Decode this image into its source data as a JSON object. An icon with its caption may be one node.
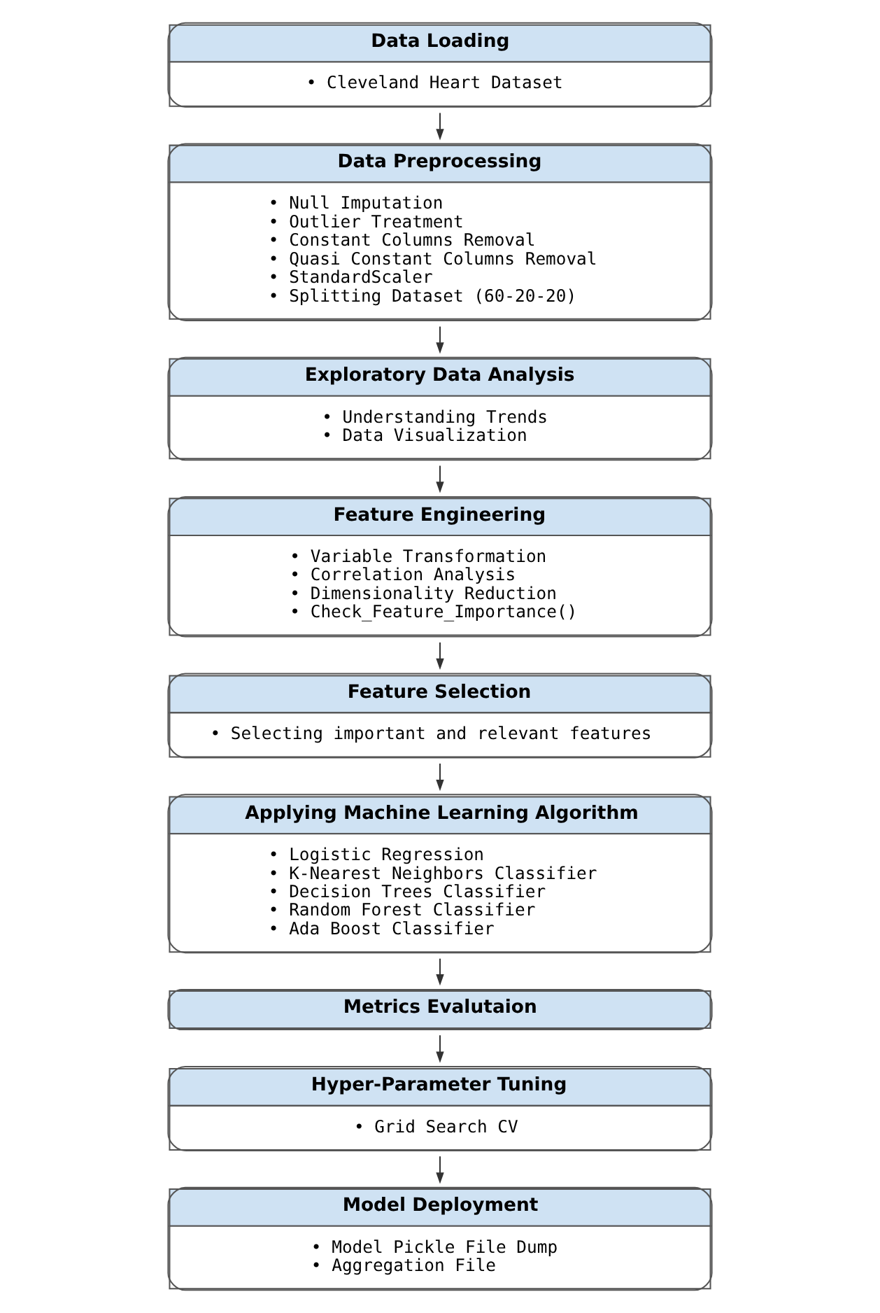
{
  "diagram": {
    "nodes": [
      {
        "text": [
          "Data Loading",
          "• Cleveland Heart Dataset"
        ]
      },
      {
        "text": [
          "Data Preprocessing",
          "• Null Imputation",
          "• Outlier Treatment",
          "• Constant Columns Removal",
          "• Quasi Constant Columns Removal",
          "• StandardScaler",
          "• Splitting Dataset (60-20-20)"
        ]
      },
      {
        "text": [
          "Exploratory Data Analysis",
          "• Understanding Trends",
          "• Data Visualization"
        ]
      },
      {
        "text": [
          "Feature Engineering",
          "• Variable Transformation",
          "• Correlation Analysis",
          "• Dimensionality Reduction",
          "• Check_Feature_Importance()"
        ]
      },
      {
        "text": [
          "Feature Selection",
          "• Selecting important and relevant features"
        ]
      },
      {
        "text": [
          "Applying Machine Learning Algorithm",
          "• Logistic Regression",
          "• K-Nearest Neighbors Classifier",
          "• Decision Trees Classifier",
          "• Random Forest Classifier",
          "• Ada Boost Classifier"
        ]
      },
      {
        "text": [
          "Metrics Evalutaion"
        ]
      },
      {
        "text": [
          "Hyper-Parameter Tuning",
          "• Grid Search CV"
        ]
      },
      {
        "text": [
          "Model Deployment",
          "• Model Pickle File Dump",
          "• Aggregation File"
        ]
      }
    ],
    "edges": [
      {
        "from": 0,
        "to": 1,
        "arrow": "to"
      },
      {
        "from": 1,
        "to": 2,
        "arrow": "to"
      },
      {
        "from": 2,
        "to": 3,
        "arrow": "to"
      },
      {
        "from": 3,
        "to": 4,
        "arrow": "to"
      },
      {
        "from": 4,
        "to": 5,
        "arrow": "to"
      },
      {
        "from": 5,
        "to": 6,
        "arrow": "to"
      },
      {
        "from": 6,
        "to": 7,
        "arrow": "to"
      },
      {
        "from": 7,
        "to": 8,
        "arrow": "to"
      }
    ]
  }
}
